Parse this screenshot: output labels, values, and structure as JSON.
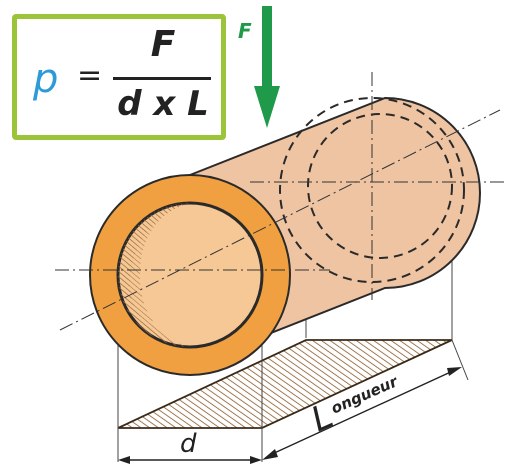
{
  "formula": {
    "pressure_symbol": "p",
    "equals": "=",
    "numerator": "F",
    "denominator": "d x L"
  },
  "labels": {
    "force": "F",
    "diameter": "d",
    "length_initial": "L",
    "length_rest": "ongueur"
  },
  "colors": {
    "formula_border": "#9cc43a",
    "pressure_symbol": "#2f9ad8",
    "force_arrow": "#1f9a4a",
    "sleeve": "#f0a040",
    "cylinder_body": "#efc4a2",
    "bore": "#f5c896",
    "hatch": "#8a5a2a"
  }
}
